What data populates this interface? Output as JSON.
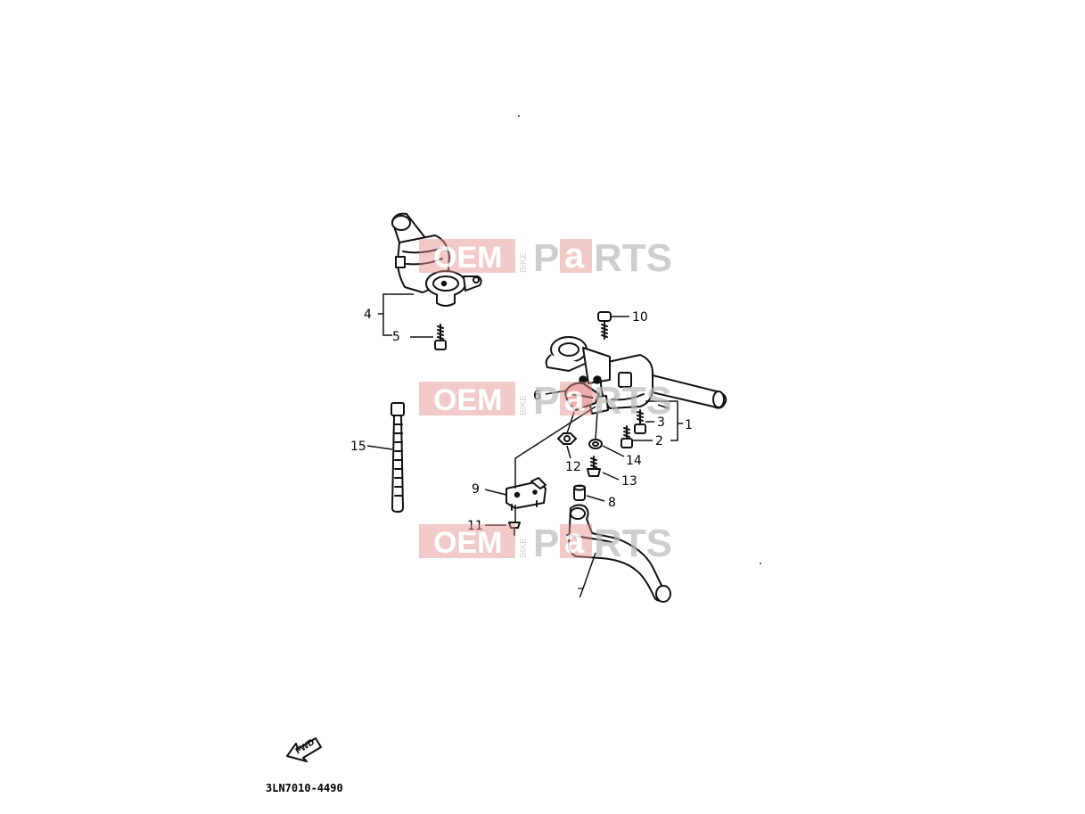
{
  "diagram": {
    "part_labels": {
      "p1": "1",
      "p2": "2",
      "p3": "3",
      "p4": "4",
      "p5": "5",
      "p6": "6",
      "p7": "7",
      "p8": "8",
      "p9": "9",
      "p10": "10",
      "p11": "11",
      "p12": "12",
      "p13": "13",
      "p14": "14",
      "p15": "15"
    },
    "diagram_code": "3LN7010-4490",
    "fwd_label": "FWD",
    "watermark": {
      "oem": "OEM",
      "bike": "BIKE",
      "parts_p": "P",
      "parts_a": "a",
      "parts_rts": "RTS"
    }
  }
}
